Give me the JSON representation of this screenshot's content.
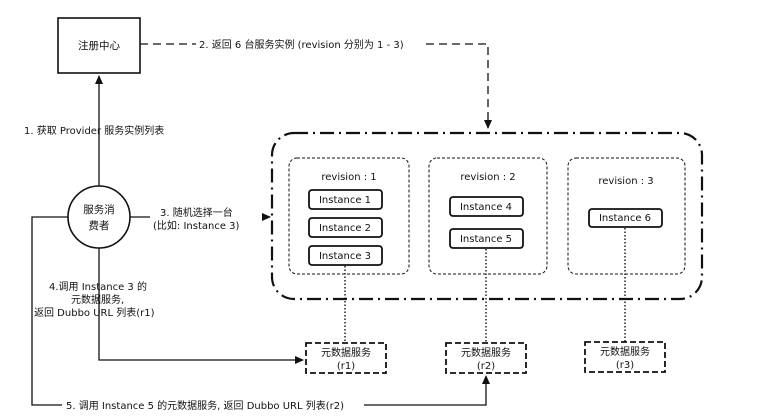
{
  "registry": {
    "label": "注册中心"
  },
  "consumer": {
    "line1": "服务消",
    "line2": "费者"
  },
  "steps": {
    "step1": "1. 获取 Provider 服务实例列表",
    "step2": "2. 返回 6 台服务实例 (revision 分别为 1 - 3)",
    "step3_line1": "3. 随机选择一台",
    "step3_line2": "(比如: Instance 3)",
    "step4_line1": "4.调用 Instance 3 的",
    "step4_line2": "元数据服务,",
    "step4_line3": "返回 Dubbo URL 列表(r1)",
    "step5": "5. 调用 Instance 5 的元数据服务, 返回 Dubbo URL 列表(r2)"
  },
  "revisions": [
    {
      "title": "revision : 1",
      "instances": [
        "Instance 1",
        "Instance 2",
        "Instance 3"
      ]
    },
    {
      "title": "revision : 2",
      "instances": [
        "Instance 4",
        "Instance 5"
      ]
    },
    {
      "title": "revision : 3",
      "instances": [
        "Instance 6"
      ]
    }
  ],
  "metadata_services": [
    {
      "label": "元数据服务",
      "sub": "(r1)"
    },
    {
      "label": "元数据服务",
      "sub": "(r2)"
    },
    {
      "label": "元数据服务",
      "sub": "(r3)"
    }
  ]
}
